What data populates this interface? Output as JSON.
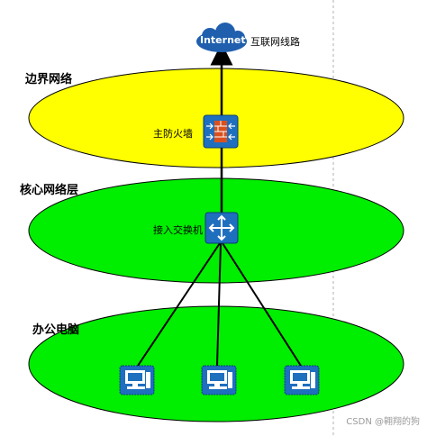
{
  "internet": {
    "cloud_text": "Internet",
    "label": "互联网线路"
  },
  "zones": [
    {
      "label": "边界网络",
      "color": "#ffff00"
    },
    {
      "label": "核心网络层",
      "color": "#00ee00"
    },
    {
      "label": "办公电脑",
      "color": "#00ee00"
    }
  ],
  "nodes": {
    "firewall": {
      "label": "主防火墙",
      "icon": "firewall-icon"
    },
    "switch": {
      "label": "接入交换机",
      "icon": "switch-icon"
    },
    "computers": [
      {
        "icon": "computer-icon"
      },
      {
        "icon": "computer-icon"
      },
      {
        "icon": "computer-icon"
      }
    ]
  },
  "colors": {
    "device": "#1f6fbf",
    "cloud": "#1f5fae",
    "line": "#000000"
  },
  "watermark": "CSDN @翱翔的狗"
}
